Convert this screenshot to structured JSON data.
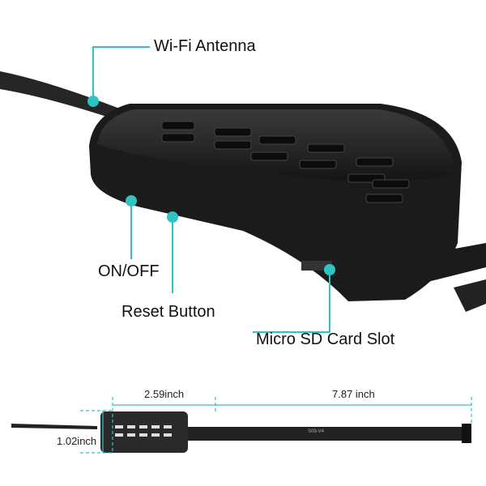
{
  "callouts": {
    "wifi_antenna": "Wi-Fi Antenna",
    "on_off": "ON/OFF",
    "reset_button": "Reset Button",
    "micro_sd": "Micro SD Card Slot"
  },
  "dimensions": {
    "width": "2.59inch",
    "cable_length": "7.87 inch",
    "height": "1.02inch",
    "board_marking": "S09-V4"
  },
  "colors": {
    "accent": "#2fc4c4",
    "device": "#1e1e1e"
  }
}
